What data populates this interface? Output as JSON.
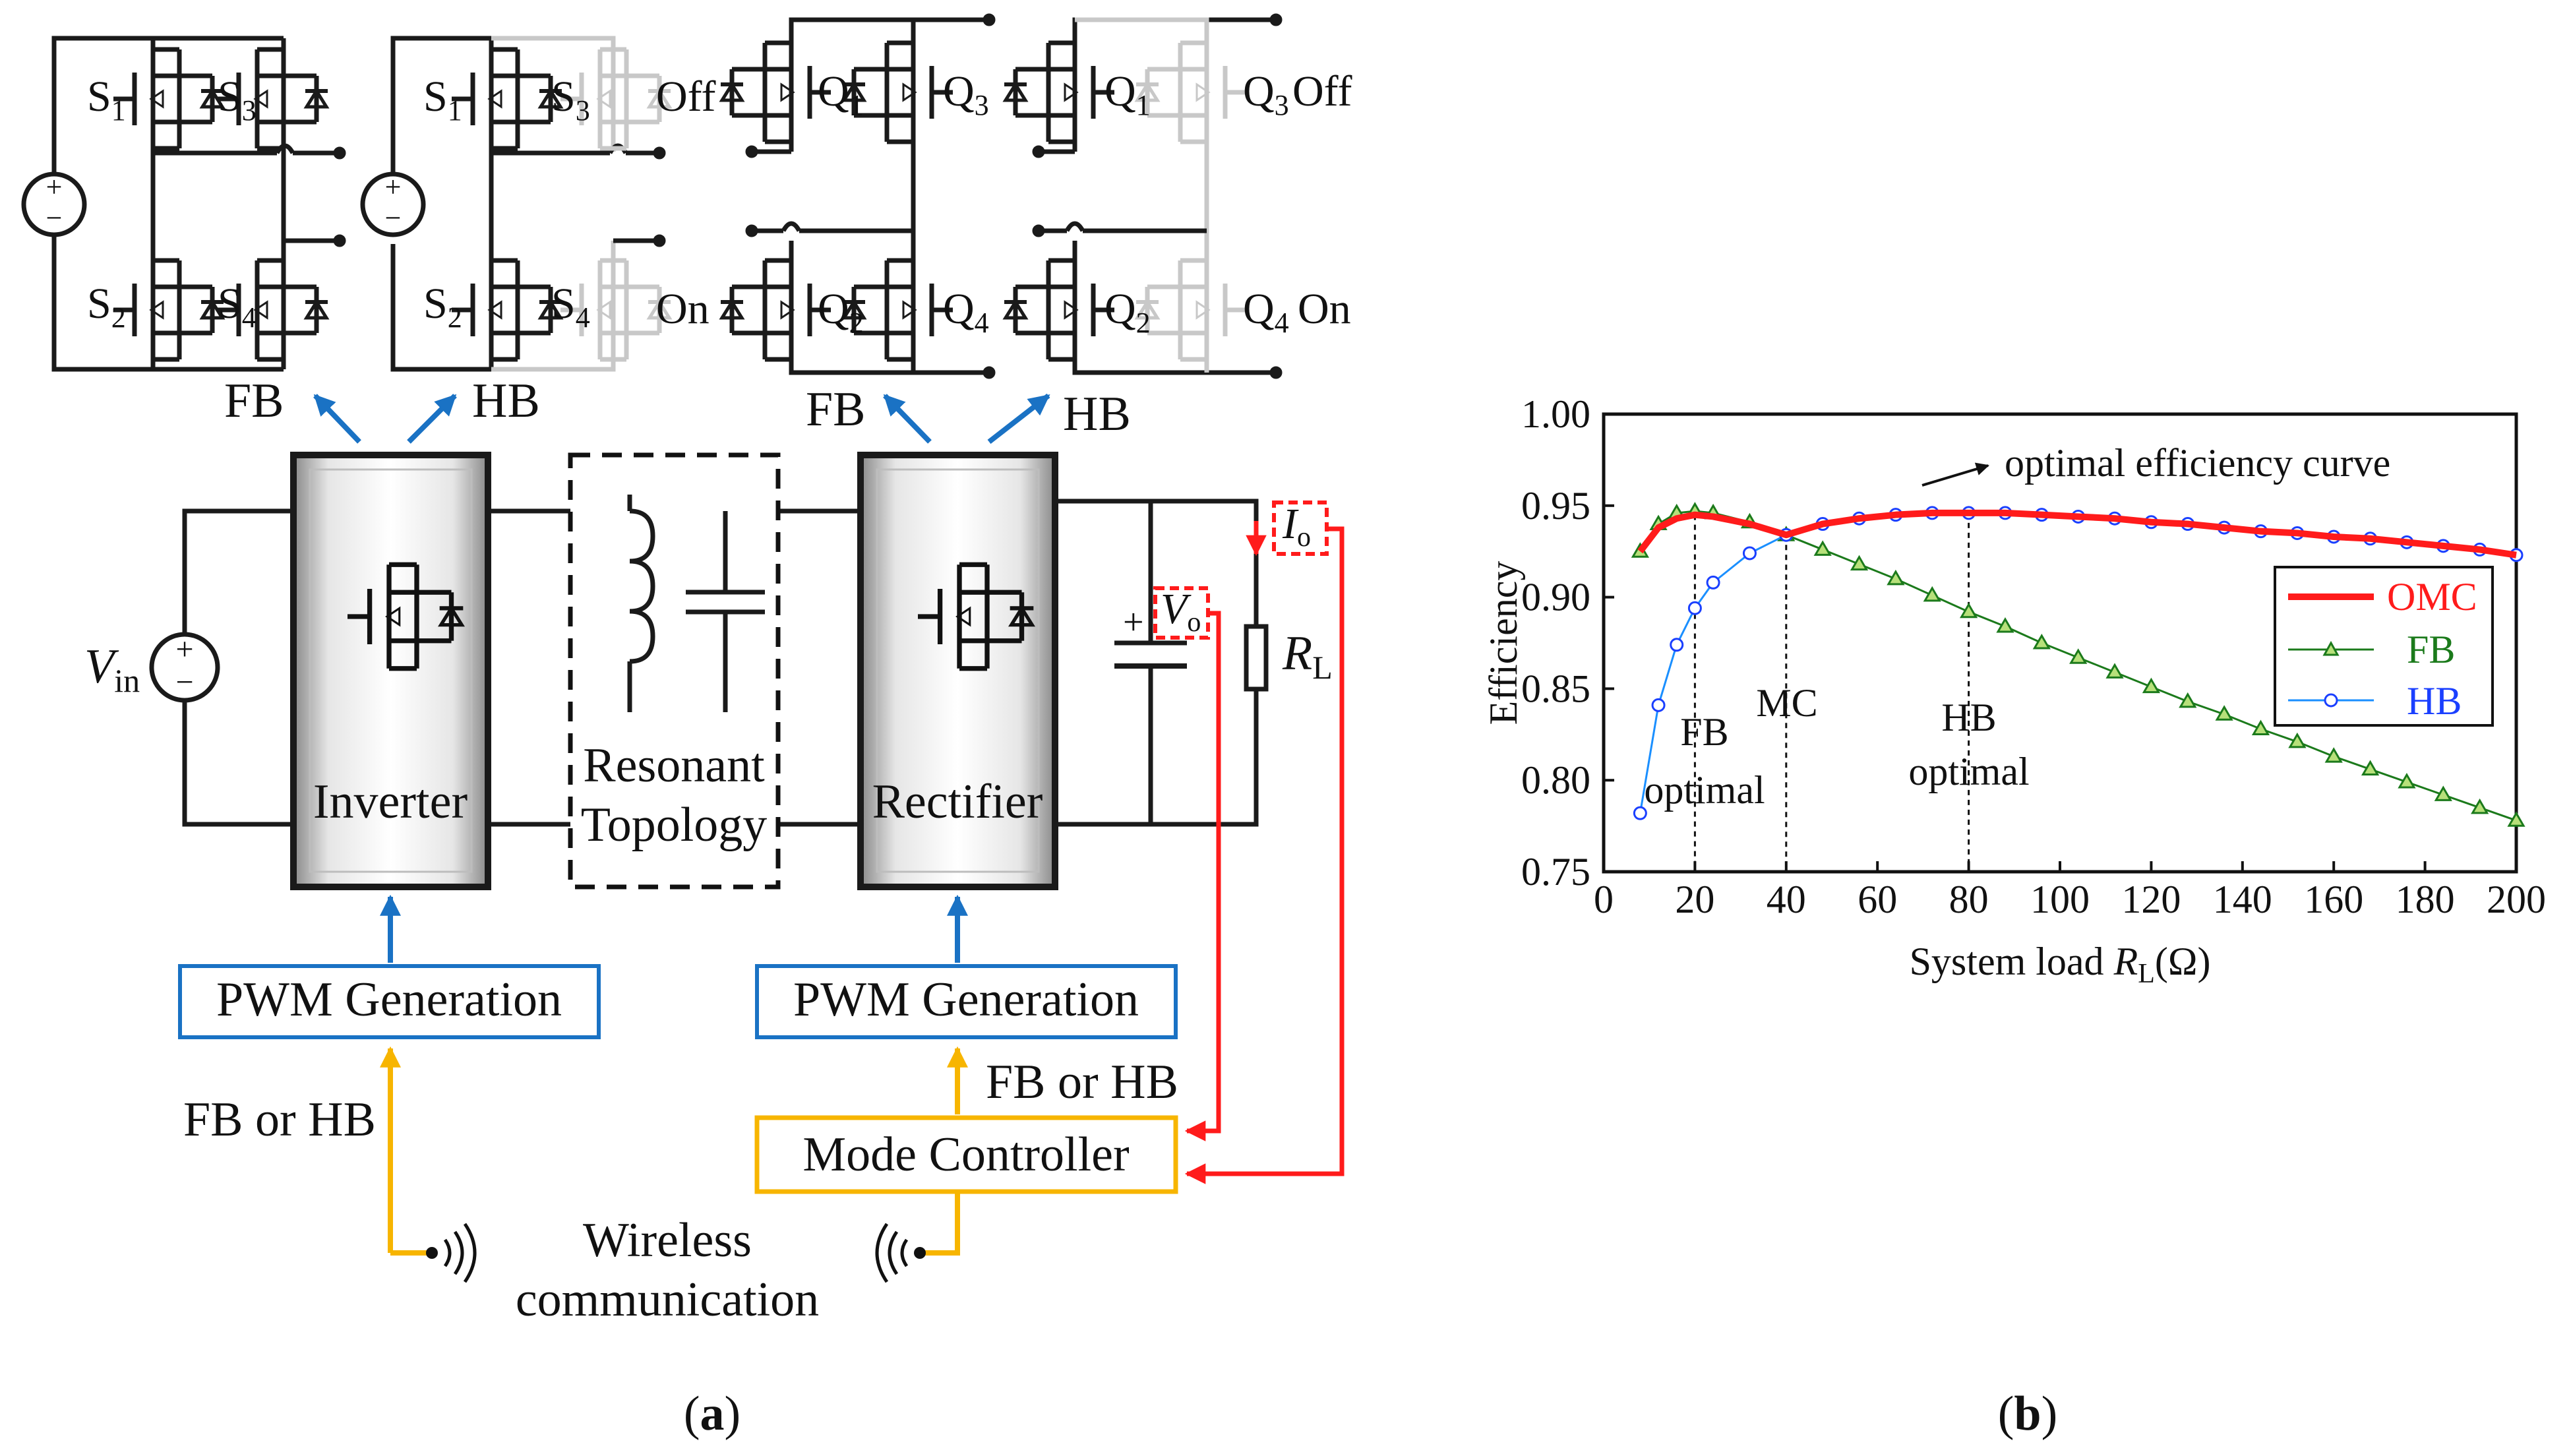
{
  "diagram": {
    "top_left_labels": {
      "fb": "FB",
      "hb": "HB"
    },
    "top_right_labels": {
      "fb": "FB",
      "hb": "HB"
    },
    "inverter_switches": {
      "s1": [
        "S",
        "1"
      ],
      "s2": [
        "S",
        "2"
      ],
      "s3": [
        "S",
        "3"
      ],
      "s4": [
        "S",
        "4"
      ],
      "hb_s3_state": "Off",
      "hb_s4_state": "On"
    },
    "rectifier_switches": {
      "q1": [
        "Q",
        "1"
      ],
      "q2": [
        "Q",
        "2"
      ],
      "q3": [
        "Q",
        "3"
      ],
      "q4": [
        "Q",
        "4"
      ],
      "hb_q3_state": "Off",
      "hb_q4_state": "On"
    },
    "vin": [
      "V",
      "in"
    ],
    "inverter_label": "Inverter",
    "resonant_label": [
      "Resonant",
      "Topology"
    ],
    "rectifier_label": "Rectifier",
    "vo": [
      "V",
      "o"
    ],
    "io": [
      "I",
      "o"
    ],
    "rl": [
      "R",
      "L"
    ],
    "pwm_left": "PWM Generation",
    "pwm_right": "PWM Generation",
    "fb_or_hb_left": "FB or HB",
    "fb_or_hb_right": "FB or HB",
    "mode_controller": "Mode Controller",
    "wireless": [
      "Wireless",
      "communication"
    ],
    "caption_a": [
      "(",
      "a",
      ")"
    ],
    "colors": {
      "blue": "#1a72c4",
      "yellow": "#f7b500",
      "red": "#ff1b1b",
      "gray": "#c8c8c8"
    }
  },
  "chart_data": {
    "type": "line",
    "xlabel": [
      "System load ",
      "R",
      "L",
      "(Ω)"
    ],
    "ylabel": "Efficiency",
    "xlim": [
      0,
      200
    ],
    "ylim": [
      0.75,
      1.0
    ],
    "xticks": [
      0,
      20,
      40,
      60,
      80,
      100,
      120,
      140,
      160,
      180,
      200
    ],
    "yticks": [
      0.75,
      0.8,
      0.85,
      0.9,
      0.95,
      1.0
    ],
    "ytick_labels": [
      "0.75",
      "0.80",
      "0.85",
      "0.90",
      "0.95",
      "1.00"
    ],
    "legend_position": "right",
    "series": [
      {
        "name": "OMC",
        "color": "#ff1b1b",
        "marker": "none",
        "x": [
          8,
          12,
          16,
          20,
          24,
          28,
          32,
          36,
          40,
          44,
          48,
          56,
          64,
          72,
          80,
          88,
          96,
          104,
          112,
          120,
          128,
          136,
          144,
          152,
          160,
          168,
          176,
          184,
          192,
          200
        ],
        "y": [
          0.925,
          0.938,
          0.943,
          0.945,
          0.944,
          0.942,
          0.94,
          0.937,
          0.934,
          0.937,
          0.94,
          0.943,
          0.945,
          0.946,
          0.946,
          0.946,
          0.945,
          0.944,
          0.943,
          0.941,
          0.94,
          0.938,
          0.936,
          0.935,
          0.933,
          0.932,
          0.93,
          0.928,
          0.926,
          0.923
        ]
      },
      {
        "name": "FB",
        "color": "#1b7a1b",
        "marker": "triangle",
        "x": [
          8,
          12,
          16,
          20,
          24,
          32,
          40,
          48,
          56,
          64,
          72,
          80,
          88,
          96,
          104,
          112,
          120,
          128,
          136,
          144,
          152,
          160,
          168,
          176,
          184,
          192,
          200
        ],
        "y": [
          0.925,
          0.94,
          0.946,
          0.947,
          0.946,
          0.941,
          0.934,
          0.926,
          0.918,
          0.91,
          0.901,
          0.892,
          0.884,
          0.875,
          0.867,
          0.859,
          0.851,
          0.843,
          0.836,
          0.828,
          0.821,
          0.813,
          0.806,
          0.799,
          0.792,
          0.785,
          0.778
        ]
      },
      {
        "name": "HB",
        "color": "#1a3fff",
        "marker": "circle",
        "x": [
          8,
          12,
          16,
          20,
          24,
          32,
          40,
          48,
          56,
          64,
          72,
          80,
          88,
          96,
          104,
          112,
          120,
          128,
          136,
          144,
          152,
          160,
          168,
          176,
          184,
          192,
          200
        ],
        "y": [
          0.782,
          0.841,
          0.874,
          0.894,
          0.908,
          0.924,
          0.934,
          0.94,
          0.943,
          0.945,
          0.946,
          0.946,
          0.946,
          0.945,
          0.944,
          0.943,
          0.941,
          0.94,
          0.938,
          0.936,
          0.935,
          0.933,
          0.932,
          0.93,
          0.928,
          0.926,
          0.923
        ]
      }
    ],
    "annotations": {
      "optimal_curve": "optimal efficiency curve",
      "fb_optimal": [
        "FB",
        "optimal"
      ],
      "mc": "MC",
      "hb_optimal": [
        "HB",
        "optimal"
      ]
    },
    "vlines_x": [
      20,
      40,
      80
    ],
    "caption_b": [
      "(",
      "b",
      ")"
    ]
  }
}
